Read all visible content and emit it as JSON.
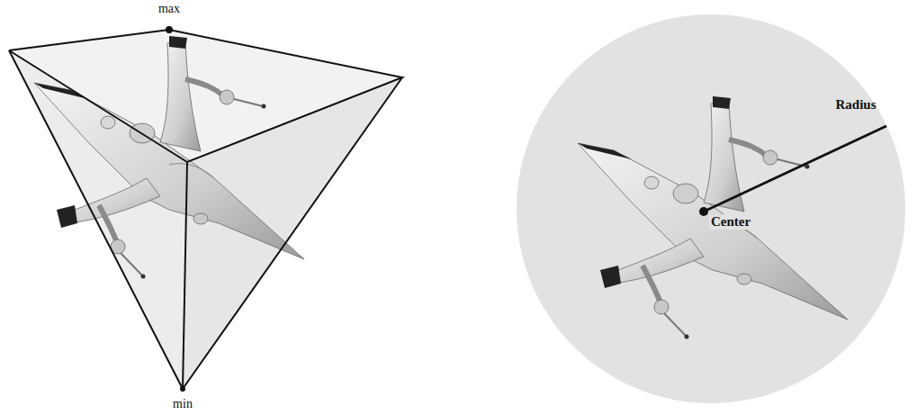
{
  "diagram": {
    "labels": [
      "max",
      "min",
      "Radius",
      "Center"
    ]
  }
}
